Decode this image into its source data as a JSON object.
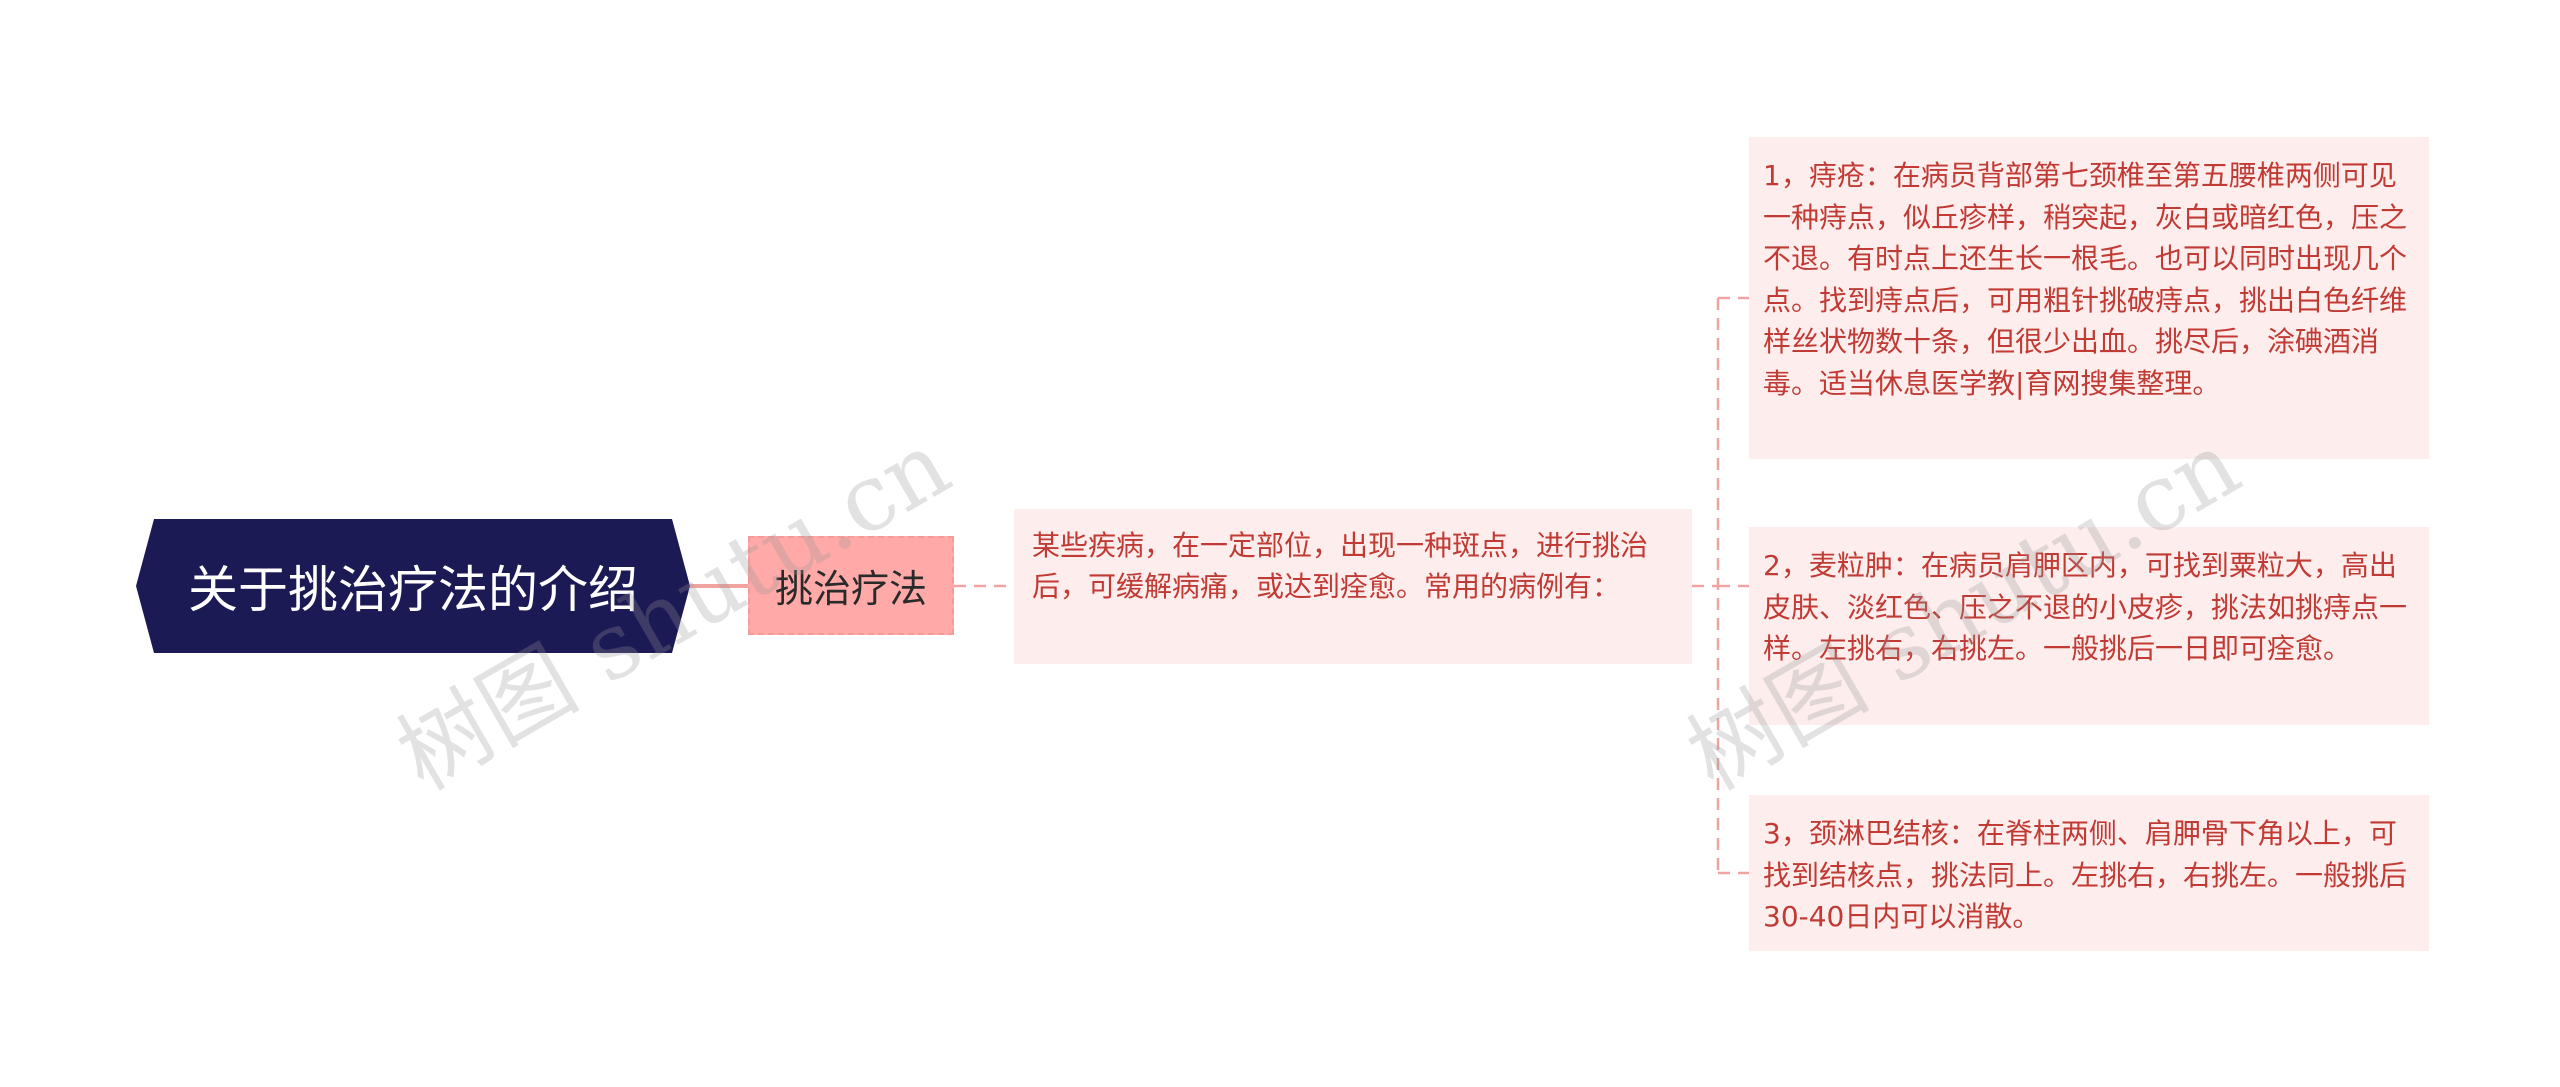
{
  "root": {
    "label": "关于挑治疗法的介绍",
    "color": "#1c1a54"
  },
  "branch": {
    "label": "挑治疗法",
    "color": "#ffaaa8"
  },
  "description": {
    "text": "某些疾病，在一定部位，出现一种斑点，进行挑治后，可缓解病痛，或达到痊愈。常用的病例有："
  },
  "leaves": [
    {
      "text": "1，痔疮：在病员背部第七颈椎至第五腰椎两侧可见一种痔点，似丘疹样，稍突起，灰白或暗红色，压之不退。有时点上还生长一根毛。也可以同时出现几个点。找到痔点后，可用粗针挑破痔点，挑出白色纤维样丝状物数十条，但很少出血。挑尽后，涂碘酒消毒。适当休息医学教|育网搜集整理。"
    },
    {
      "text": "2，麦粒肿：在病员肩胛区内，可找到粟粒大，高出皮肤、淡红色、压之不退的小皮疹，挑法如挑痔点一样。左挑右，右挑左。一般挑后一日即可痊愈。"
    },
    {
      "text": "3，颈淋巴结核：在脊柱两侧、肩胛骨下角以上，可找到结核点，挑法同上。左挑右，右挑左。一般挑后30-40日内可以消散。"
    }
  ],
  "watermarks": [
    "树图 shutu.cn",
    "树图 shutu.cn"
  ],
  "colors": {
    "connector": "#f0a3a1",
    "leaf_bg": "#fdeeed",
    "leaf_text": "#c13a34"
  }
}
